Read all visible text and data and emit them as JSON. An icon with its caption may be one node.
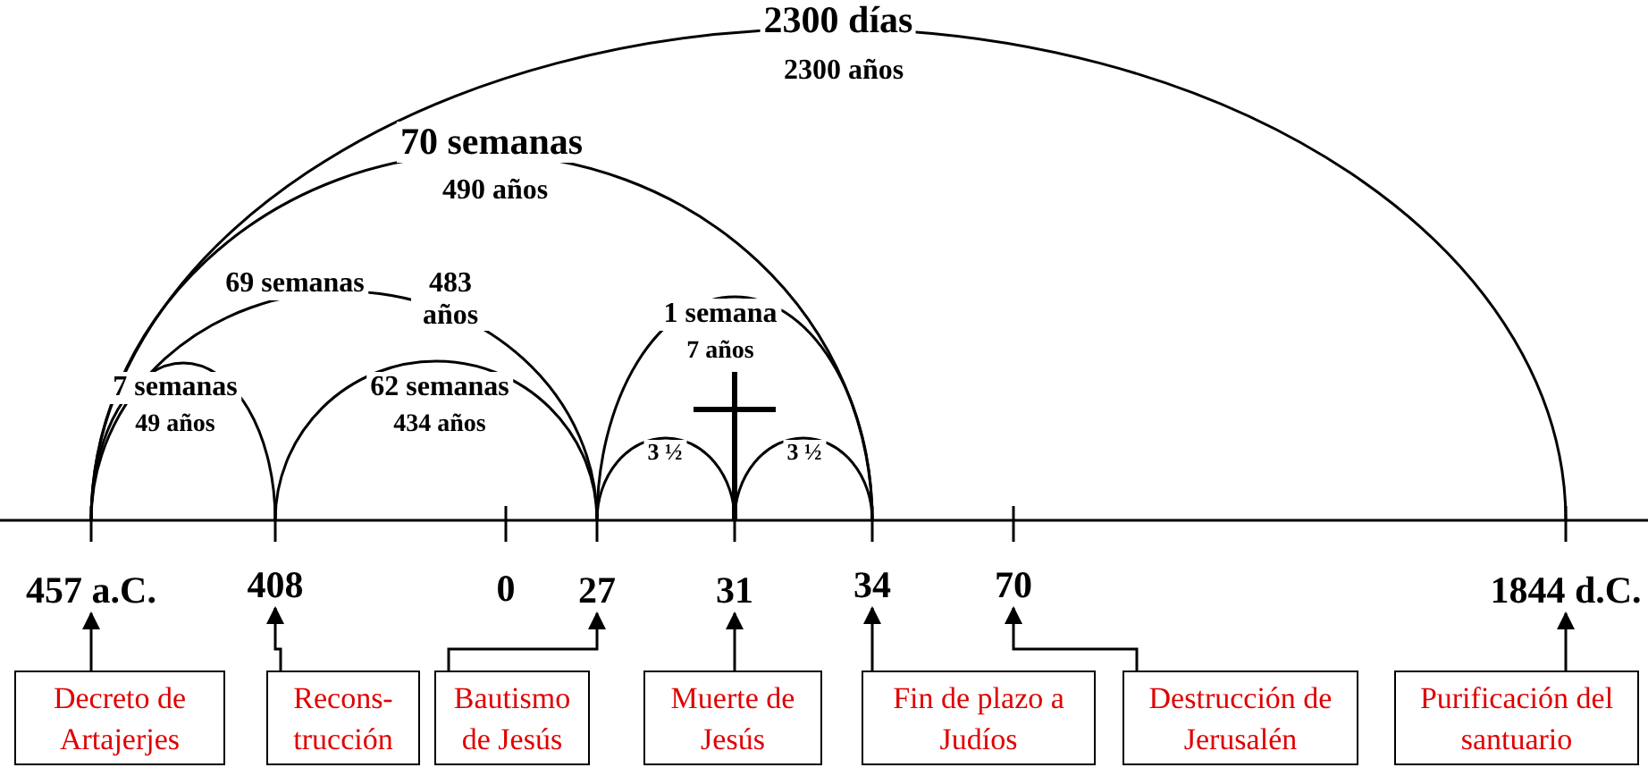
{
  "diagram": {
    "nodes": [
      {
        "text": [
          "457 a.C."
        ]
      },
      {
        "text": [
          "408"
        ]
      },
      {
        "text": [
          "27"
        ]
      },
      {
        "text": [
          "31"
        ]
      },
      {
        "text": [
          "34"
        ]
      },
      {
        "text": [
          "70"
        ]
      },
      {
        "text": [
          "1844 d.C."
        ]
      },
      {
        "text": [
          "Decreto de Artajerjes"
        ]
      },
      {
        "text": [
          "Recons-trucción"
        ]
      },
      {
        "text": [
          "Bautismo de Jesús"
        ]
      },
      {
        "text": [
          "Muerte de Jesús"
        ]
      },
      {
        "text": [
          "Fin de plazo a Judíos"
        ]
      },
      {
        "text": [
          "Destrucción de Jerusalén"
        ]
      },
      {
        "text": [
          "Purificación del santuario"
        ]
      }
    ],
    "edges": [
      {
        "from": 7,
        "to": 0,
        "arrow": "to"
      },
      {
        "from": 8,
        "to": 1,
        "arrow": "to"
      },
      {
        "from": 9,
        "to": 2,
        "arrow": "to"
      },
      {
        "from": 10,
        "to": 3,
        "arrow": "to"
      },
      {
        "from": 11,
        "to": 4,
        "arrow": "to"
      },
      {
        "from": 12,
        "to": 5,
        "arrow": "to"
      },
      {
        "from": 13,
        "to": 6,
        "arrow": "to"
      }
    ],
    "labels": [
      "2300 días",
      "2300 años",
      "70 semanas",
      "490 años",
      "69 semanas",
      "483 años",
      "1 semana",
      "7 años",
      "7 semanas",
      "49 años",
      "62 semanas",
      "434 años",
      "3 ½",
      "3 ½",
      "0"
    ]
  }
}
